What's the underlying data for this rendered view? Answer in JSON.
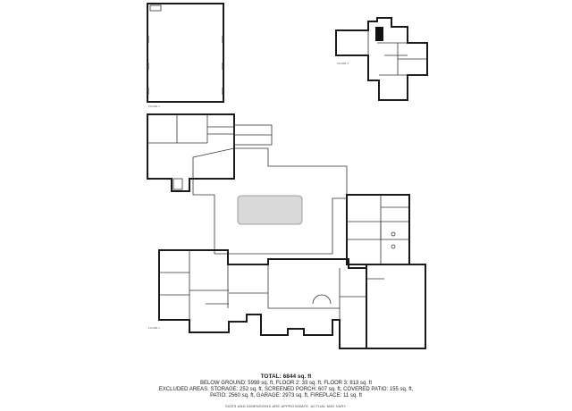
{
  "summary": {
    "total": "TOTAL: 6844 sq. ft",
    "line1": "BELOW GROUND: 5998 sq. ft, FLOOR 2: 33 sq. ft, FLOOR 3: 813 sq. ft",
    "line2": "EXCLUDED AREAS: STORAGE: 252 sq. ft, SCREENED PORCH: 607 sq. ft, COVERED PATIO: 155 sq. ft,",
    "line3": "PATIO: 2560 sq. ft, GARAGE: 2973 sq. ft, FIREPLACE: 11 sq. ft",
    "disclaimer": "SIZES AND DIMENSIONS ARE APPROXIMATE, ACTUAL MAY VARY."
  }
}
